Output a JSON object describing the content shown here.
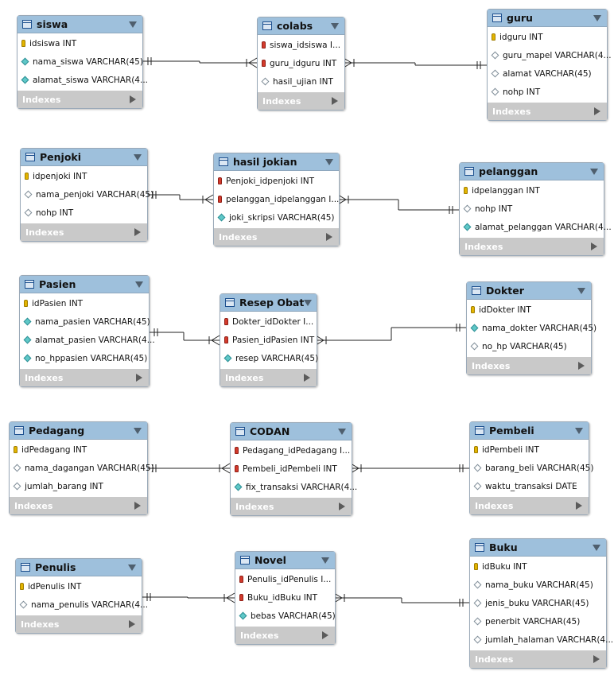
{
  "diagram": {
    "indexes_label": "Indexes",
    "tables": [
      {
        "id": "siswa",
        "name": "siswa",
        "columns": [
          {
            "text": "idsiswa INT",
            "icon": "pk"
          },
          {
            "text": "nama_siswa VARCHAR(45)",
            "icon": "col"
          },
          {
            "text": "alamat_siswa VARCHAR(4...",
            "icon": "col"
          }
        ]
      },
      {
        "id": "colabs",
        "name": "colabs",
        "columns": [
          {
            "text": "siswa_idsiswa I...",
            "icon": "fk"
          },
          {
            "text": "guru_idguru INT",
            "icon": "fk"
          },
          {
            "text": "hasil_ujian INT",
            "icon": "colw"
          }
        ]
      },
      {
        "id": "guru",
        "name": "guru",
        "columns": [
          {
            "text": "idguru INT",
            "icon": "pk"
          },
          {
            "text": "guru_mapel VARCHAR(4...",
            "icon": "colw"
          },
          {
            "text": "alamat VARCHAR(45)",
            "icon": "colw"
          },
          {
            "text": "nohp INT",
            "icon": "colw"
          }
        ]
      },
      {
        "id": "penjoki",
        "name": "Penjoki",
        "columns": [
          {
            "text": "idpenjoki INT",
            "icon": "pk"
          },
          {
            "text": "nama_penjoki VARCHAR(45)",
            "icon": "colw"
          },
          {
            "text": "nohp INT",
            "icon": "colw"
          }
        ]
      },
      {
        "id": "hasil_jokian",
        "name": "hasil jokian",
        "columns": [
          {
            "text": "Penjoki_idpenjoki INT",
            "icon": "fk"
          },
          {
            "text": "pelanggan_idpelanggan I...",
            "icon": "fk"
          },
          {
            "text": "joki_skripsi VARCHAR(45)",
            "icon": "col"
          }
        ]
      },
      {
        "id": "pelanggan",
        "name": "pelanggan",
        "columns": [
          {
            "text": "idpelanggan INT",
            "icon": "pk"
          },
          {
            "text": "nohp INT",
            "icon": "colw"
          },
          {
            "text": "alamat_pelanggan VARCHAR(4...",
            "icon": "col"
          }
        ]
      },
      {
        "id": "pasien",
        "name": "Pasien",
        "columns": [
          {
            "text": "idPasien INT",
            "icon": "pk"
          },
          {
            "text": "nama_pasien VARCHAR(45)",
            "icon": "col"
          },
          {
            "text": "alamat_pasien VARCHAR(4...",
            "icon": "col"
          },
          {
            "text": "no_hppasien VARCHAR(45)",
            "icon": "col"
          }
        ]
      },
      {
        "id": "resep_obat",
        "name": "Resep Obat",
        "columns": [
          {
            "text": "Dokter_idDokter I...",
            "icon": "fk"
          },
          {
            "text": "Pasien_idPasien INT",
            "icon": "fk"
          },
          {
            "text": "resep VARCHAR(45)",
            "icon": "col"
          }
        ]
      },
      {
        "id": "dokter",
        "name": "Dokter",
        "columns": [
          {
            "text": "idDokter INT",
            "icon": "pk"
          },
          {
            "text": "nama_dokter VARCHAR(45)",
            "icon": "col"
          },
          {
            "text": "no_hp VARCHAR(45)",
            "icon": "colw"
          }
        ]
      },
      {
        "id": "pedagang",
        "name": "Pedagang",
        "columns": [
          {
            "text": "idPedagang INT",
            "icon": "pk"
          },
          {
            "text": "nama_dagangan VARCHAR(45)",
            "icon": "colw"
          },
          {
            "text": "jumlah_barang INT",
            "icon": "colw"
          }
        ]
      },
      {
        "id": "codan",
        "name": "CODAN",
        "columns": [
          {
            "text": "Pedagang_idPedagang I...",
            "icon": "fk"
          },
          {
            "text": "Pembeli_idPembeli INT",
            "icon": "fk"
          },
          {
            "text": "fix_transaksi VARCHAR(4...",
            "icon": "col"
          }
        ]
      },
      {
        "id": "pembeli",
        "name": "Pembeli",
        "columns": [
          {
            "text": "idPembeli INT",
            "icon": "pk"
          },
          {
            "text": "barang_beli VARCHAR(45)",
            "icon": "colw"
          },
          {
            "text": "waktu_transaksi DATE",
            "icon": "colw"
          }
        ]
      },
      {
        "id": "penulis",
        "name": "Penulis",
        "columns": [
          {
            "text": "idPenulis INT",
            "icon": "pk"
          },
          {
            "text": "nama_penulis VARCHAR(4...",
            "icon": "colw"
          }
        ]
      },
      {
        "id": "novel",
        "name": "Novel",
        "columns": [
          {
            "text": "Penulis_idPenulis I...",
            "icon": "fk"
          },
          {
            "text": "Buku_idBuku INT",
            "icon": "fk"
          },
          {
            "text": "bebas VARCHAR(45)",
            "icon": "col"
          }
        ]
      },
      {
        "id": "buku",
        "name": "Buku",
        "columns": [
          {
            "text": "idBuku INT",
            "icon": "pk"
          },
          {
            "text": "nama_buku VARCHAR(45)",
            "icon": "colw"
          },
          {
            "text": "jenis_buku VARCHAR(45)",
            "icon": "colw"
          },
          {
            "text": "penerbit VARCHAR(45)",
            "icon": "colw"
          },
          {
            "text": "jumlah_halaman VARCHAR(4...",
            "icon": "colw"
          }
        ]
      }
    ],
    "relationships": [
      {
        "from": "siswa",
        "to": "colabs"
      },
      {
        "from": "guru",
        "to": "colabs"
      },
      {
        "from": "penjoki",
        "to": "hasil_jokian"
      },
      {
        "from": "pelanggan",
        "to": "hasil_jokian"
      },
      {
        "from": "pasien",
        "to": "resep_obat"
      },
      {
        "from": "dokter",
        "to": "resep_obat"
      },
      {
        "from": "pedagang",
        "to": "codan"
      },
      {
        "from": "pembeli",
        "to": "codan"
      },
      {
        "from": "penulis",
        "to": "novel"
      },
      {
        "from": "buku",
        "to": "novel"
      }
    ]
  }
}
